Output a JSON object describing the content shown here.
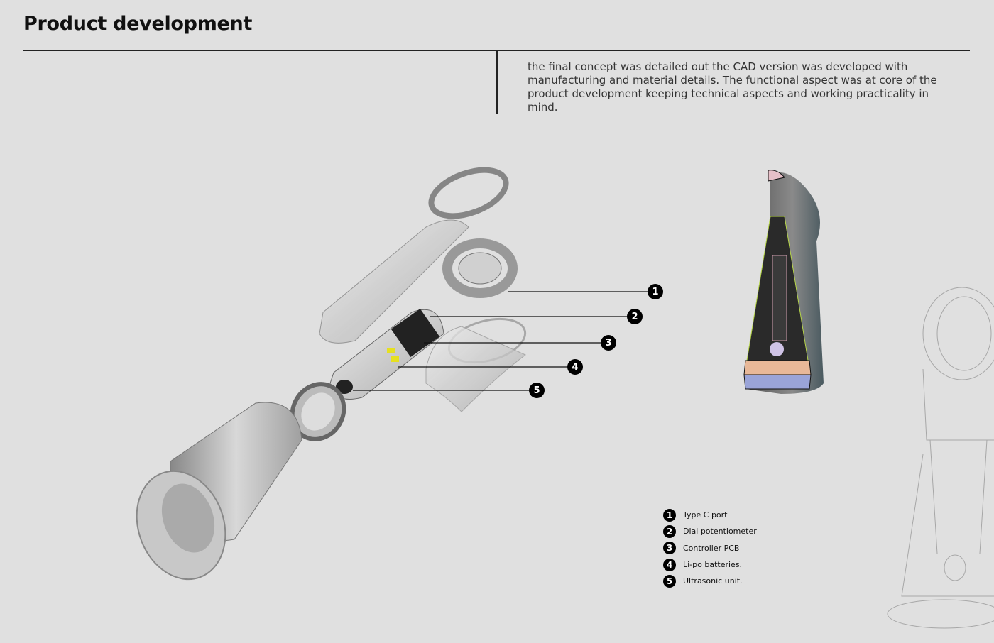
{
  "header": {
    "title": "Product development",
    "description": "the final concept was detailed out the CAD version was developed with manufacturing and material details. The functional aspect was at core of the product development keeping technical aspects and working practicality in mind."
  },
  "components": [
    {
      "number": "1",
      "label": "Type C port"
    },
    {
      "number": "2",
      "label": "Dial potentiometer"
    },
    {
      "number": "3",
      "label": "Controller PCB"
    },
    {
      "number": "4",
      "label": "Li-po batteries."
    },
    {
      "number": "5",
      "label": "Ultrasonic unit."
    }
  ],
  "colors": {
    "background": "#e0e0e0",
    "callout": "#000000",
    "text": "#111111"
  }
}
